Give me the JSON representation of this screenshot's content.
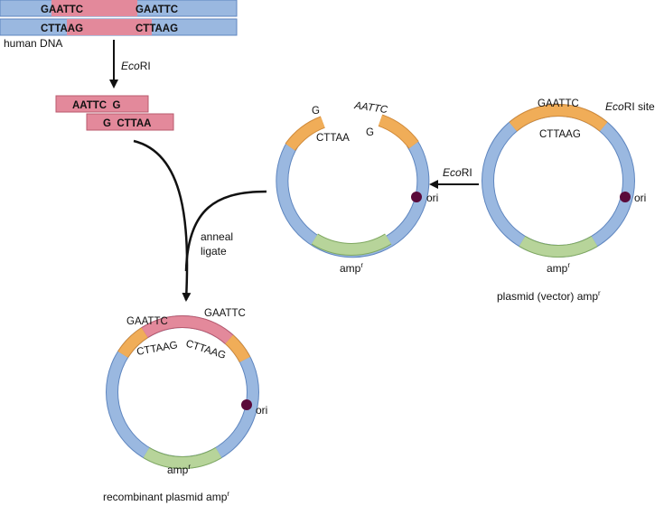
{
  "colors": {
    "backbone_blue": "#9ab8e0",
    "backbone_stroke": "#5f86bf",
    "ecori_orange": "#f0ad58",
    "amp_green": "#b7d49a",
    "human_pink": "#e3899b",
    "ori_dot": "#5a0a3a",
    "arrow": "#111111"
  },
  "human_dna": {
    "top_strand": "GAATTC           GAATTC",
    "bottom_strand": "CTTAAG           CTTAAG",
    "top_left": "GAATTC",
    "top_right": "GAATTC",
    "bottom_left": "CTTAAG",
    "bottom_right": "CTTAAG",
    "label": "human DNA"
  },
  "digest_arrow": {
    "enzyme_italic": "Eco",
    "enzyme_rest": "RI"
  },
  "fragment": {
    "top": "AATTC  G",
    "bottom": "G  CTTAA"
  },
  "cut_plasmid": {
    "left_end_top": "G",
    "left_end_bottom": "CTTAA",
    "right_end_top": "AATTC",
    "right_end_bottom": "G",
    "ori_label": "ori",
    "amp_label_main": "amp",
    "amp_label_sup": "r"
  },
  "vector_plasmid": {
    "site_top": "GAATTC",
    "site_bottom": "CTTAAG",
    "site_label_italic": "Eco",
    "site_label_rest": "RI site",
    "ori_label": "ori",
    "amp_label_main": "amp",
    "amp_label_sup": "r",
    "caption_main": "plasmid (vector) amp",
    "caption_sup": "r"
  },
  "vector_arrow": {
    "enzyme_italic": "Eco",
    "enzyme_rest": "RI"
  },
  "anneal_label": {
    "line1": "anneal",
    "line2": "ligate"
  },
  "recombinant_plasmid": {
    "left_top": "GAATTC",
    "right_top": "GAATTC",
    "left_bottom": "CTTAAG",
    "right_bottom": "CTTAAG",
    "ori_label": "ori",
    "amp_label_main": "amp",
    "amp_label_sup": "r",
    "caption_main": "recombinant plasmid amp",
    "caption_sup": "r"
  }
}
